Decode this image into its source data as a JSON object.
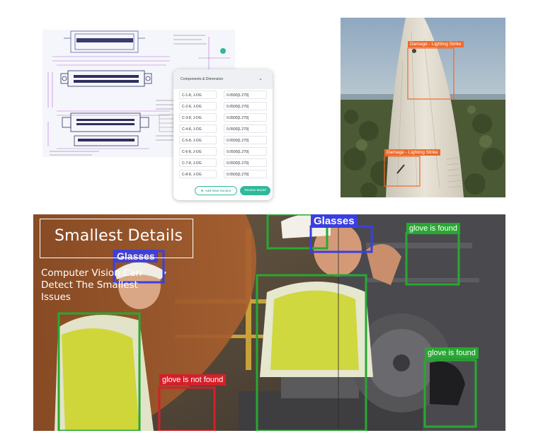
{
  "drawing_card": {
    "header": "Components & Dimension",
    "rows": [
      {
        "code": "C-1-8, J-OG",
        "value": "0.0500[1.270]"
      },
      {
        "code": "C-2-8, J-OG",
        "value": "0.0500[1.270]"
      },
      {
        "code": "C-3-8, J-OG",
        "value": "0.0500[1.270]"
      },
      {
        "code": "C-4-8, J-OG",
        "value": "0.0500[1.270]"
      },
      {
        "code": "C-5-8, J-OG",
        "value": "0.0500[1.270]"
      },
      {
        "code": "C-6-8, J-OG",
        "value": "0.0500[1.270]"
      },
      {
        "code": "C-7-8, J-OG",
        "value": "0.0500[1.270]"
      },
      {
        "code": "C-8-8, J-OG",
        "value": "0.0500[1.270]"
      }
    ],
    "add_section_label": "Add New Section",
    "review_label": "Review Model",
    "accent": "#2fb89b"
  },
  "blade": {
    "detections": [
      {
        "label": "Damage - Lighting Strike",
        "color": "#ef6a2a"
      },
      {
        "label": "Damage - Lighting Strike",
        "color": "#ef6a2a"
      }
    ]
  },
  "factory": {
    "title": "Smallest Details",
    "subtitle": "Computer Vision Can Detect The Smallest Issues",
    "detections": [
      {
        "label": "Glasses",
        "color": "#3a3fe0"
      },
      {
        "label": "Glasses",
        "color": "#3a3fe0"
      },
      {
        "label": "glove is found",
        "color": "#28a832"
      },
      {
        "label": "glove is found",
        "color": "#28a832"
      },
      {
        "label": "glove is not found",
        "color": "#d3202a"
      }
    ],
    "colors": {
      "glasses": "#3a3fe0",
      "found": "#28a832",
      "not_found": "#d3202a"
    }
  }
}
